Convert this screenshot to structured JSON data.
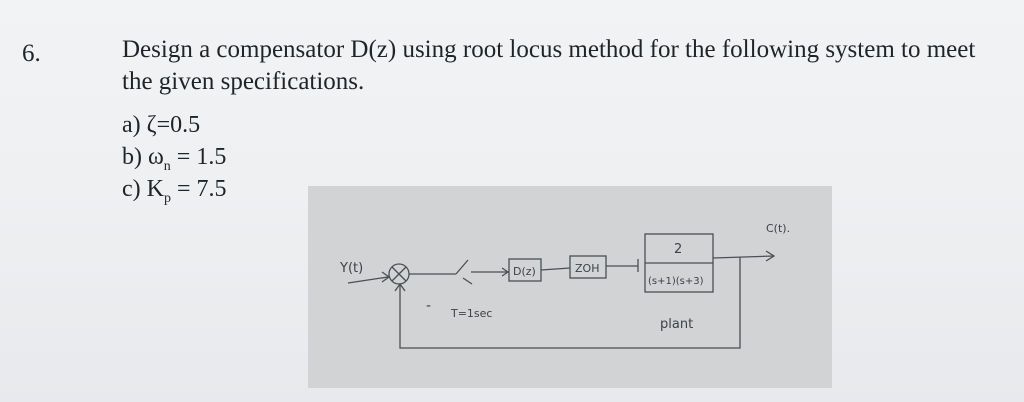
{
  "problem": {
    "number": "6.",
    "statement": "Design a compensator D(z) using root locus method for the following system to meet the given specifications.",
    "specs": [
      {
        "label": "a)",
        "symbol": "ζ",
        "sub": "",
        "equals": "=",
        "value": "0.5"
      },
      {
        "label": "b)",
        "symbol": "ω",
        "sub": "n",
        "equals": " = ",
        "value": "1.5"
      },
      {
        "label": "c)",
        "symbol": "K",
        "sub": "p",
        "equals": " = ",
        "value": "7.5"
      }
    ]
  },
  "diagram": {
    "input": "Y(t)",
    "minus_sign": "-",
    "sampler": "T=1sec",
    "controller": "D(z)",
    "hold": "ZOH",
    "plant_numerator": "2",
    "plant_denominator": "(s+1)(s+3)",
    "plant_label": "plant",
    "output": "C(t)."
  }
}
